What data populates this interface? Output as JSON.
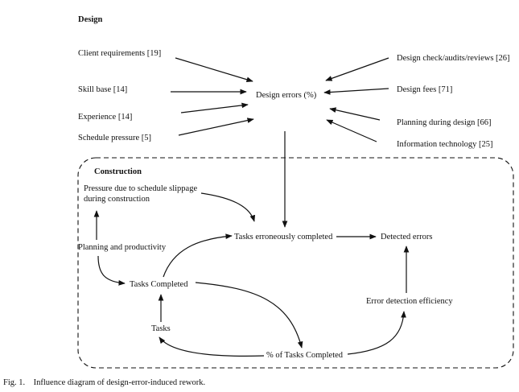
{
  "design": {
    "section_title": "Design",
    "center": "Design errors (%)",
    "left_factors": [
      "Client requirements [19]",
      "Skill base [14]",
      "Experience [14]",
      "Schedule pressure [5]"
    ],
    "right_factors": [
      "Design check/audits/reviews [26]",
      "Design fees [71]",
      "Planning during design [66]",
      "Information technology [25]"
    ]
  },
  "construction": {
    "section_title": "Construction",
    "pressure_line1": "Pressure due to schedule slippage",
    "pressure_line2": "during construction",
    "planning": "Planning and productivity",
    "tasks_completed": "Tasks Completed",
    "tasks": "Tasks",
    "tasks_erroneously": "Tasks erroneously completed",
    "detected_errors": "Detected errors",
    "error_detection": "Error detection efficiency",
    "pct_tasks_completed": "% of Tasks Completed"
  },
  "caption": "Fig. 1.    Influence diagram of design-error-induced rework."
}
